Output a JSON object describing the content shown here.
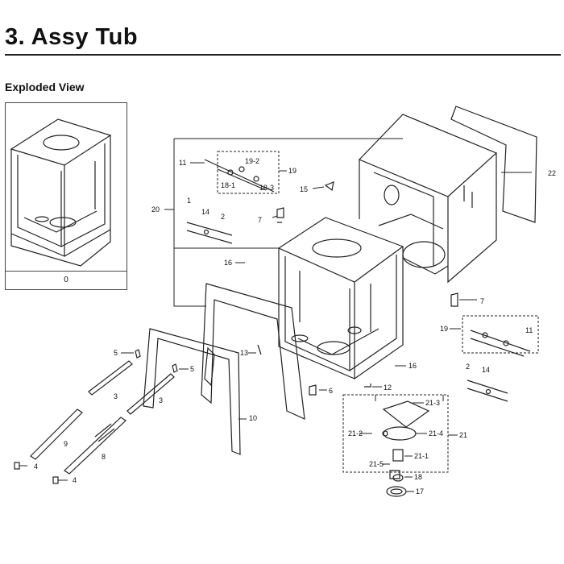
{
  "header": {
    "title": "3.  Assy Tub",
    "subtitle": "Exploded View"
  },
  "thumbnail": {
    "label": "0"
  },
  "callouts": {
    "c1": "1",
    "c2a": "2",
    "c2b": "2",
    "c3a": "3",
    "c3b": "3",
    "c4a": "4",
    "c4b": "4",
    "c5a": "5",
    "c5b": "5",
    "c6": "6",
    "c7a": "7",
    "c7b": "7",
    "c8": "8",
    "c9": "9",
    "c10": "10",
    "c11a": "11",
    "c11b": "11",
    "c12": "12",
    "c13": "13",
    "c14a": "14",
    "c14b": "14",
    "c15": "15",
    "c16a": "16",
    "c16b": "16",
    "c17": "17",
    "c18": "18",
    "c18_1": "18-1",
    "c18_3": "18-3",
    "c19_2": "19-2",
    "c19a": "19",
    "c19b": "19",
    "c20": "20",
    "c21": "21",
    "c21_1": "21-1",
    "c21_2": "21-2",
    "c21_3": "21-3",
    "c21_4": "21-4",
    "c21_5": "21-5",
    "c22": "22"
  },
  "colors": {
    "line": "#222222",
    "background": "#ffffff"
  }
}
